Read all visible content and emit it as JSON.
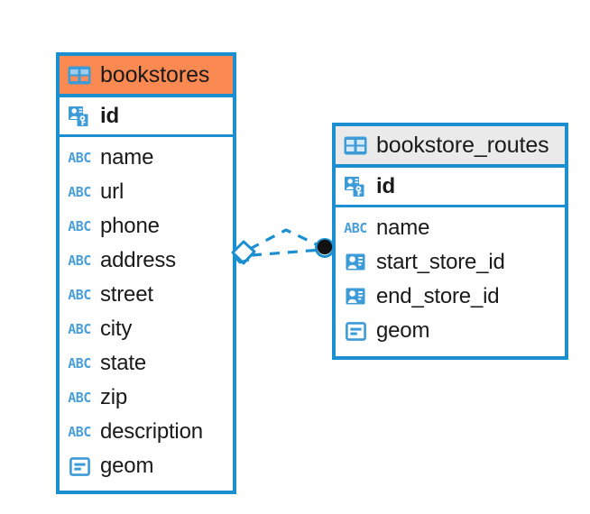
{
  "diagram": {
    "title": "database-er-diagram",
    "colors": {
      "entity_border": "#1b8fd0",
      "header_accent": "#fb8a52",
      "header_neutral": "#eaeaea",
      "icon_blue": "#3d9bd8",
      "connector_line": "#1b8fd0",
      "connector_dot": "#111111",
      "text": "#1a1a1a"
    }
  },
  "entities": [
    {
      "name": "bookstores",
      "header_style": "orange",
      "header_icon": "table-icon",
      "primary_key": {
        "label": "id",
        "icon": "primary-key-icon"
      },
      "fields": [
        {
          "label": "name",
          "icon": "text-type-icon"
        },
        {
          "label": "url",
          "icon": "text-type-icon"
        },
        {
          "label": "phone",
          "icon": "text-type-icon"
        },
        {
          "label": "address",
          "icon": "text-type-icon"
        },
        {
          "label": "street",
          "icon": "text-type-icon"
        },
        {
          "label": "city",
          "icon": "text-type-icon"
        },
        {
          "label": "state",
          "icon": "text-type-icon"
        },
        {
          "label": "zip",
          "icon": "text-type-icon"
        },
        {
          "label": "description",
          "icon": "text-type-icon"
        },
        {
          "label": "geom",
          "icon": "geometry-type-icon"
        }
      ]
    },
    {
      "name": "bookstore_routes",
      "header_style": "gray",
      "header_icon": "table-icon",
      "primary_key": {
        "label": "id",
        "icon": "primary-key-icon"
      },
      "fields": [
        {
          "label": "name",
          "icon": "text-type-icon"
        },
        {
          "label": "start_store_id",
          "icon": "foreign-key-icon"
        },
        {
          "label": "end_store_id",
          "icon": "foreign-key-icon"
        },
        {
          "label": "geom",
          "icon": "geometry-type-icon"
        }
      ]
    }
  ],
  "relationship": {
    "from_entity": "bookstores",
    "to_entity": "bookstore_routes",
    "line_style": "dashed",
    "source_marker": "diamond-marker",
    "target_marker": "filled-circle-marker",
    "branch_count": 2
  },
  "icon_text": {
    "abc": "ABC"
  }
}
